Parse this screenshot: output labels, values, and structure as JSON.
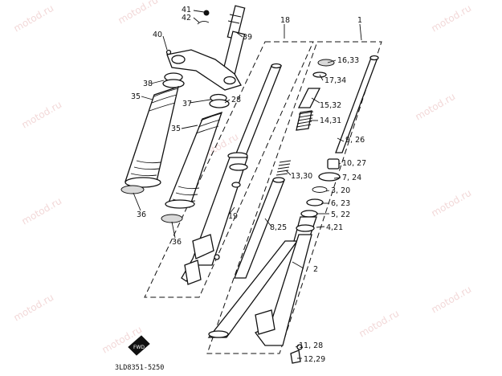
{
  "watermark": "motod.ru",
  "diagram_code": "3LD8351-5250",
  "callouts": {
    "c41": "41",
    "c42": "42",
    "c39": "39",
    "c40": "40",
    "c18": "18",
    "c1": "1",
    "c38": "38",
    "c35a": "35",
    "c37": "37",
    "c28": "28",
    "c35b": "35",
    "c36a": "36",
    "c36b": "36",
    "c19": "19",
    "c8_25": "8,25",
    "c2": "2",
    "c16_33": "16,33",
    "c17_34": "17,34",
    "c15_32": "15,32",
    "c14_31": "14,31",
    "c9_26": "9, 26",
    "c13_30": "13,30",
    "c10_27": "10, 27",
    "c7_24": "7, 24",
    "c3_20": "3, 20",
    "c6_23": "6, 23",
    "c5_22": "5, 22",
    "c4_21": "4,21",
    "c11_28": "11, 28",
    "c12_29": "12,29"
  },
  "fwd_mark": "FWD"
}
